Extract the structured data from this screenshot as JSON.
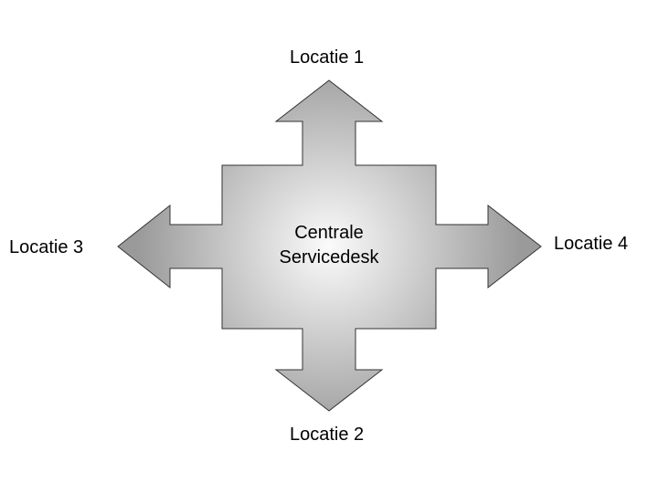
{
  "center": {
    "line1": "Centrale",
    "line2": "Servicedesk"
  },
  "locations": {
    "top": "Locatie 1",
    "bottom": "Locatie 2",
    "left": "Locatie 3",
    "right": "Locatie 4"
  },
  "colors": {
    "shape_center": "#fbfbfb",
    "shape_edge": "#9a9a9a",
    "outline": "#333333",
    "text": "#000000"
  }
}
